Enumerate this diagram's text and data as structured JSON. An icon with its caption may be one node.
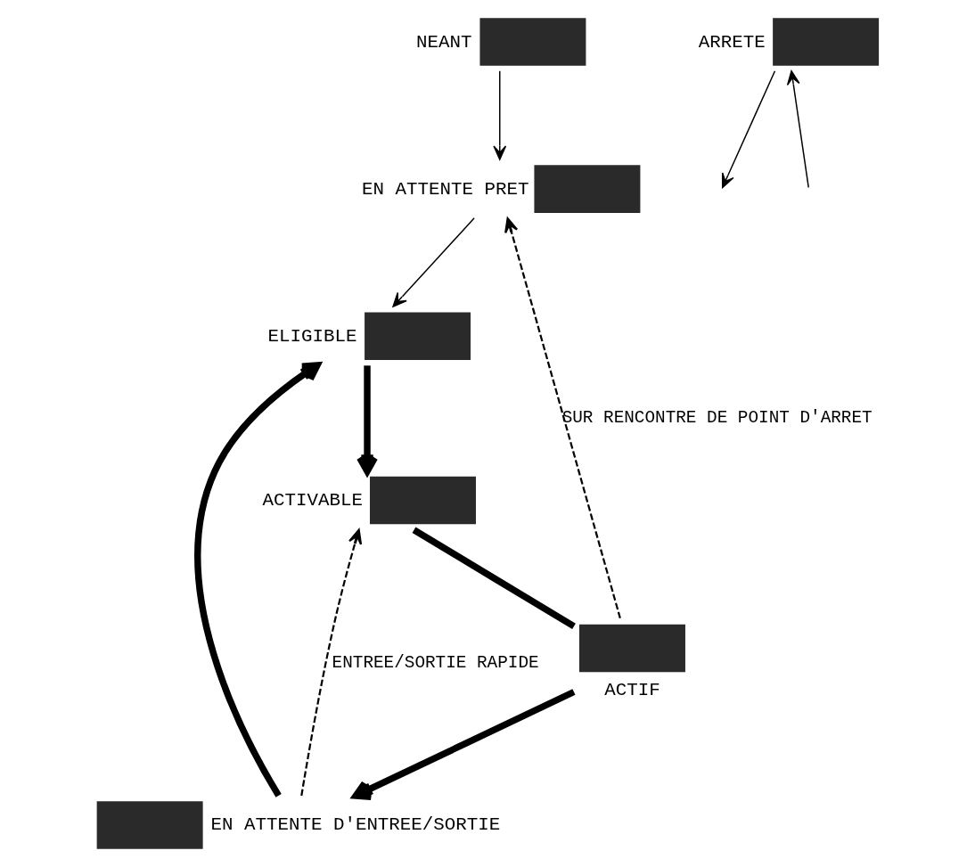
{
  "diagram": {
    "nodes": [
      {
        "text": [
          "NEANT"
        ]
      },
      {
        "text": [
          "EN ATTENTE PRET"
        ]
      },
      {
        "text": [
          "ARRETE"
        ]
      },
      {
        "text": [
          "ELIGIBLE"
        ]
      },
      {
        "text": [
          "ACTIVABLE"
        ]
      },
      {
        "text": [
          "ACTIF"
        ]
      },
      {
        "text": [
          "EN ATTENTE D'ENTREE/SORTIE"
        ]
      }
    ],
    "edges": [
      {
        "from": 0,
        "to": 1,
        "arrow": "to"
      },
      {
        "from": 1,
        "to": 3,
        "arrow": "to"
      },
      {
        "from": 2,
        "to": null,
        "arrow": "to"
      },
      {
        "from": null,
        "to": 2,
        "arrow": "to"
      },
      {
        "from": 3,
        "to": 4,
        "arrow": "to",
        "style": "thick"
      },
      {
        "from": 4,
        "to": 5,
        "arrow": "none",
        "style": "thick"
      },
      {
        "from": 5,
        "to": 6,
        "arrow": "to",
        "style": "thick"
      },
      {
        "from": 6,
        "to": 3,
        "arrow": "to",
        "style": "thick"
      },
      {
        "from": 5,
        "to": 1,
        "arrow": "to",
        "style": "dashed",
        "label": "SUR RENCONTRE DE POINT D'ARRET"
      },
      {
        "from": 6,
        "to": 4,
        "arrow": "to",
        "style": "dashed",
        "label": "ENTREE/SORTIE RAPIDE"
      }
    ]
  }
}
